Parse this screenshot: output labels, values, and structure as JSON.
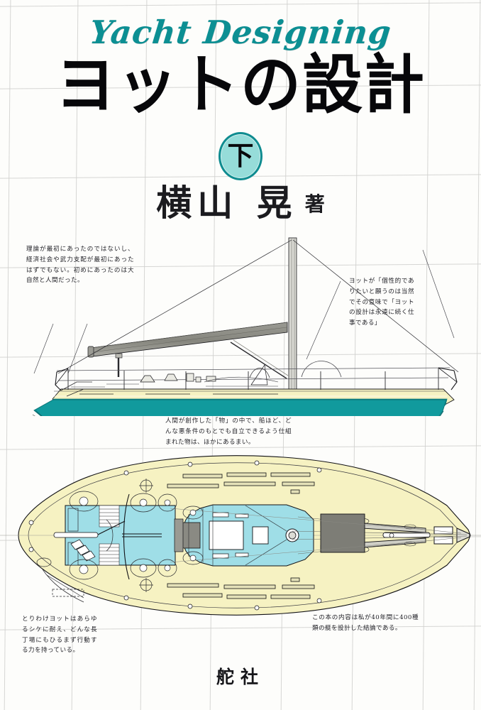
{
  "cover": {
    "script_title": "Yacht Designing",
    "japanese_title": "ヨットの設計",
    "volume_badge": "下",
    "author_name": "横山 晃",
    "author_suffix": "著",
    "publisher": "舵社"
  },
  "notes": {
    "top_left": "理論が最初にあったのではないし、経済社会や武力支配が最初にあったはずでもない。初めにあったのは大自然と人間だった。",
    "top_right": "ヨットが「個性的でありたいと願うのは当然でその意味で「ヨットの設計は永遠に続く仕事である」",
    "middle": "人間が創作した「物」の中で、船ほど、どんな悪条件のもとでも自立できるよう仕組まれた物は、ほかにあるまい。",
    "bottom_left": "とりわけヨットはあらゆるシケに耐え、どんな長丁場にもひるまず行動する力を持っている。",
    "bottom_right": "この本の内容は私が40年間に400種類の艇を設計した結論である。"
  },
  "drawings": {
    "profile_view_label": "yacht sail plan profile drawing",
    "plan_view_label": "yacht deck plan drawing"
  },
  "colors": {
    "background": "#fdfdfb",
    "grid_line": "#cfcfcc",
    "script_teal": "#0c8f93",
    "hull_teal": "#119a9d",
    "badge_fill": "#96dcd9",
    "badge_ring": "#0f8c90",
    "deck_cream": "#f6f2c2",
    "cockpit_cyan": "#9fdee7",
    "sail_grey": "#8b8b84",
    "ink": "#1a1a1e"
  }
}
